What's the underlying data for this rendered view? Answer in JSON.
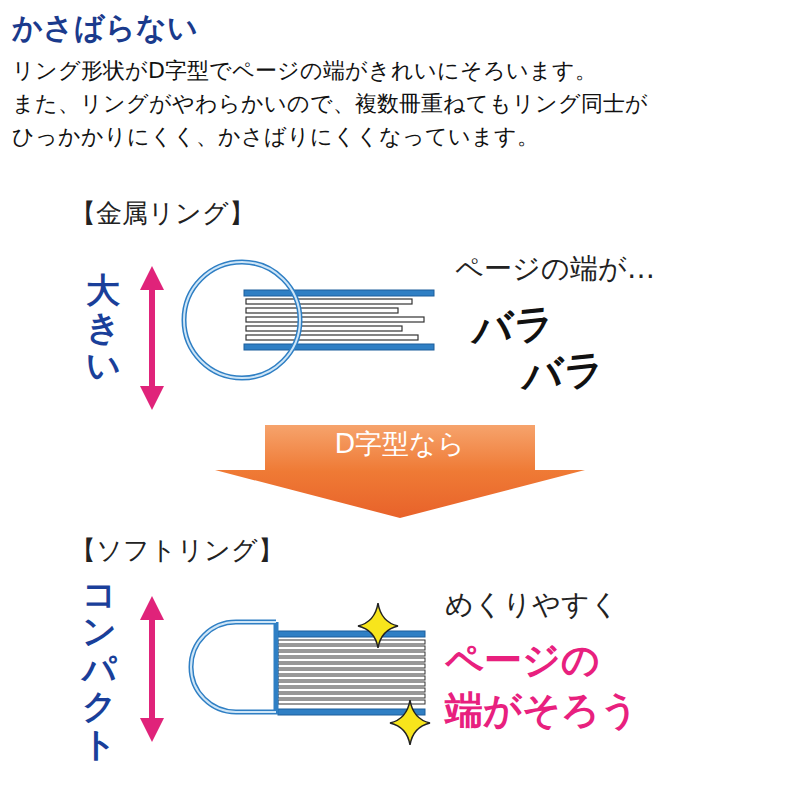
{
  "diagram": {
    "title": "かさばらない",
    "nodes": [
      {
        "text": [
          "D字型なら"
        ]
      }
    ],
    "labels": [
      "リング形状がD字型でページの端がきれいにそろいます。",
      "また、リングがやわらかいので、複数冊重ねてもリング同士が",
      "ひっかかりにくく、かさばりにくくなっています。",
      "【金属リング】",
      "大きい",
      "ページの端が…",
      "バラ",
      "バラ",
      "【ソフトリング】",
      "コンパクト",
      "めくりやすく",
      "ページの",
      "端がそろう"
    ]
  }
}
